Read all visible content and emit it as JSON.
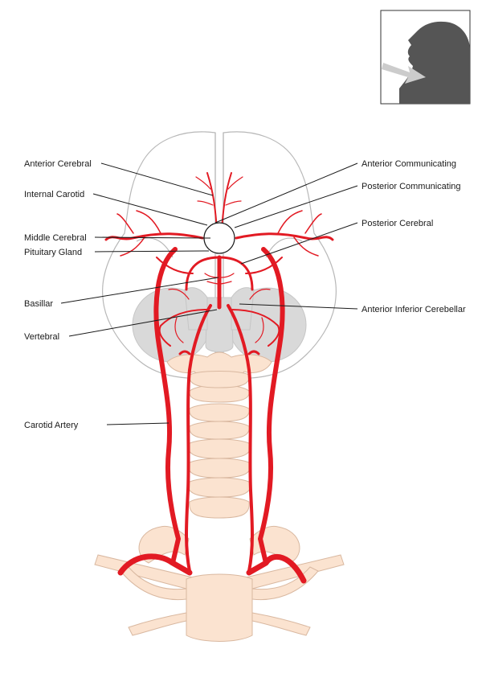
{
  "labels": {
    "anterior_cerebral": "Anterior Cerebral",
    "internal_carotid": "Internal Carotid",
    "middle_cerebral": "Middle Cerebral",
    "pituitary_gland": "Pituitary Gland",
    "basillar": "Basillar",
    "vertebral": "Vertebral",
    "carotid_artery": "Carotid Artery",
    "anterior_communicating": "Anterior Communicating",
    "posterior_communicating": "Posterior Communicating",
    "posterior_cerebral": "Posterior Cerebral",
    "anterior_inferior_cerebellar": "Anterior Inferior Cerebellar"
  },
  "colors": {
    "artery": "#e21a23",
    "bone": "#fbe3d0",
    "cerebellum": "#d9d9d9",
    "brain_outline": "#b8b8b8",
    "head_silhouette": "#555555",
    "view_arrow": "#cccccc"
  },
  "icons": {
    "view_indicator": "head-view-arrow-icon"
  }
}
